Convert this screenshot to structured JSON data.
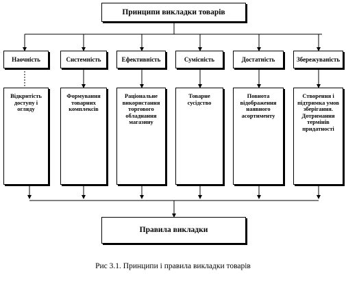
{
  "diagram": {
    "top": {
      "label": "Принципи викладки товарів"
    },
    "principles": [
      {
        "key": "naochnist",
        "label": "Наочність",
        "description": "Відкритість доступу і огляду"
      },
      {
        "key": "systemnist",
        "label": "Системність",
        "description": "Формування товарних комплексів"
      },
      {
        "key": "efektyvnist",
        "label": "Ефективність",
        "description": "Раціональне використання торгового обладнання магазину"
      },
      {
        "key": "sumisnist",
        "label": "Сумісність",
        "description": "Товарне сусідство"
      },
      {
        "key": "dostatnist",
        "label": "Достатність",
        "description": "Повнота відображення наявного асортименту"
      },
      {
        "key": "zberezhuvanist",
        "label": "Збережуваність",
        "description": "Створення і підтримка умов зберігання. Дотримання термінів придатності"
      }
    ],
    "bottom": {
      "label": "Правила викладки"
    }
  },
  "caption": "Рис 3.1. Принципи і правила викладки товарів"
}
